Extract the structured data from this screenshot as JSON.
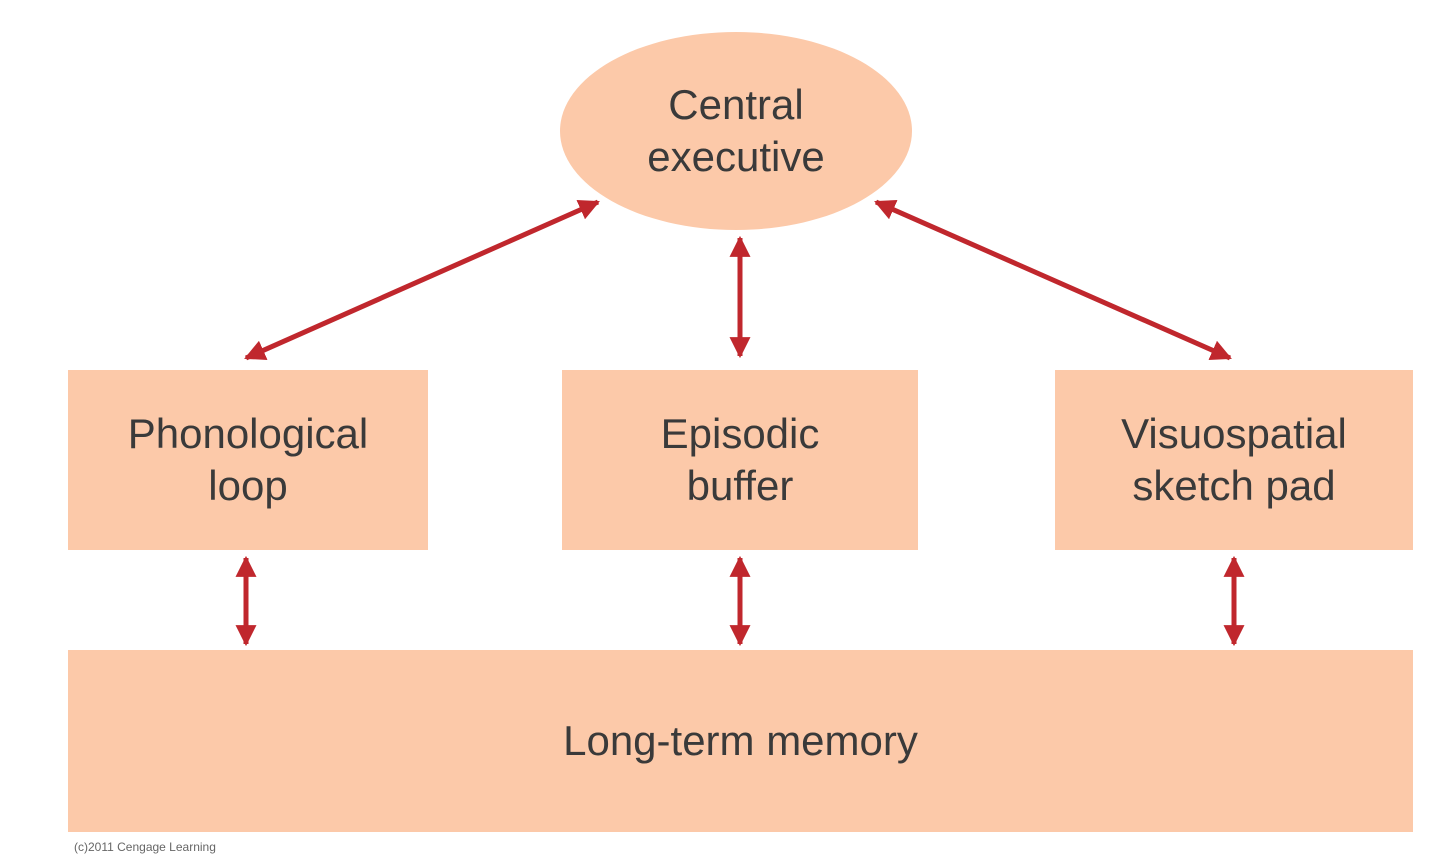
{
  "nodes": {
    "central_executive": {
      "line1": "Central",
      "line2": "executive"
    },
    "phonological_loop": {
      "line1": "Phonological",
      "line2": "loop"
    },
    "episodic_buffer": {
      "line1": "Episodic",
      "line2": "buffer"
    },
    "visuospatial_sketch_pad": {
      "line1": "Visuospatial",
      "line2": "sketch pad"
    },
    "long_term_memory": {
      "label": "Long-term memory"
    }
  },
  "credit": "(c)2011 Cengage Learning",
  "colors": {
    "box_fill": "#fcc9a9",
    "arrow": "#c0272d",
    "text": "#3a3a3a"
  }
}
